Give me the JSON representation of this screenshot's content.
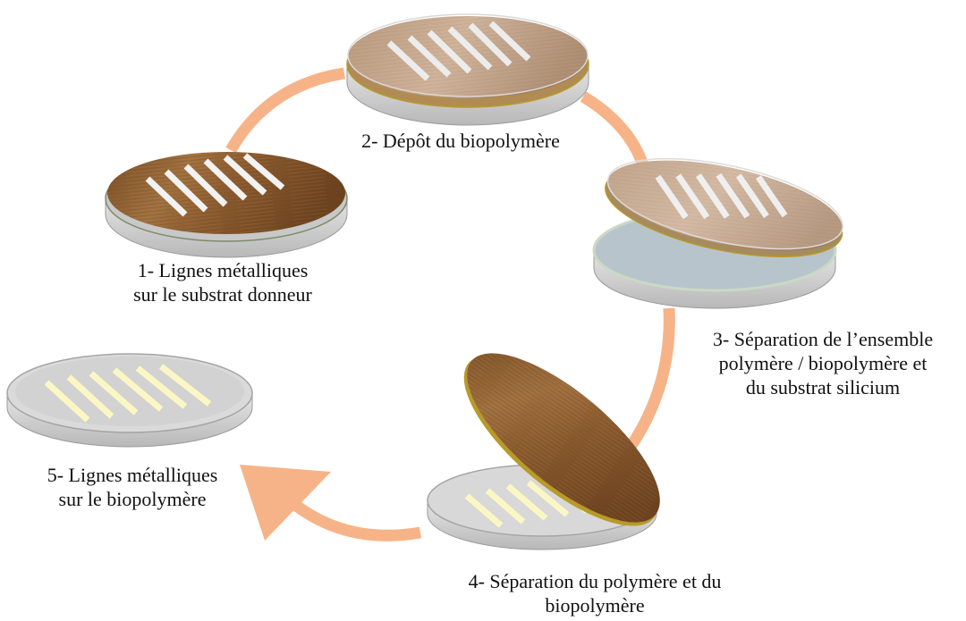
{
  "steps": [
    {
      "id": 1,
      "lines": [
        "1- Lignes métalliques",
        "sur le substrat donneur"
      ]
    },
    {
      "id": 2,
      "lines": [
        "2- Dépôt du biopolymère"
      ]
    },
    {
      "id": 3,
      "lines": [
        "3- Séparation de l’ensemble",
        "polymère / biopolymère et",
        "du substrat silicium"
      ]
    },
    {
      "id": 4,
      "lines": [
        "4- Séparation du polymère et du",
        "biopolymère"
      ]
    },
    {
      "id": 5,
      "lines": [
        "5- Lignes métalliques",
        "sur le biopolymère"
      ]
    }
  ],
  "colors": {
    "cycle_arrow": "#f7b388",
    "wood_base": "#8a5a2e",
    "wood_light": "#b98856",
    "substrate": "#d6d6d6",
    "substrate_edge": "#a9a9a9",
    "metal_lines_white": "#f2f2f2",
    "metal_lines_yellow": "#fbf7c4",
    "silicon_surface": "#b8c4cc",
    "polymer_edge": "#b79a2a"
  }
}
